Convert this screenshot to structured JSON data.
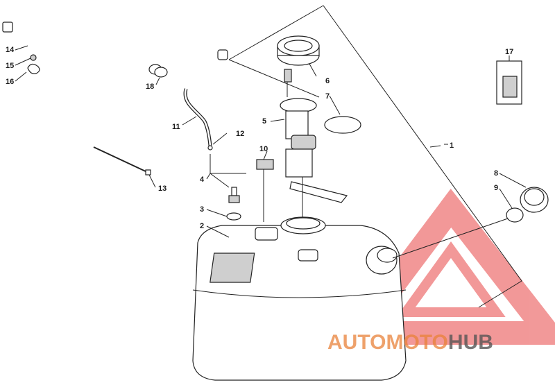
{
  "diagram": {
    "callouts": [
      {
        "id": "c1",
        "label": "1"
      },
      {
        "id": "c2",
        "label": "2"
      },
      {
        "id": "c3",
        "label": "3"
      },
      {
        "id": "c4",
        "label": "4"
      },
      {
        "id": "c5",
        "label": "5"
      },
      {
        "id": "c6",
        "label": "6"
      },
      {
        "id": "c7",
        "label": "7"
      },
      {
        "id": "c8",
        "label": "8"
      },
      {
        "id": "c9",
        "label": "9"
      },
      {
        "id": "c10",
        "label": "10"
      },
      {
        "id": "c11",
        "label": "11"
      },
      {
        "id": "c12",
        "label": "12"
      },
      {
        "id": "c13",
        "label": "13"
      },
      {
        "id": "c14",
        "label": "14"
      },
      {
        "id": "c15",
        "label": "15"
      },
      {
        "id": "c16",
        "label": "16"
      },
      {
        "id": "c17",
        "label": "17"
      },
      {
        "id": "c18",
        "label": "18"
      }
    ]
  },
  "watermark": {
    "part1": "AUTO",
    "part2": "MOTO",
    "part3": "HUB",
    "color_primary": "#e8823a",
    "color_secondary": "#555555",
    "triangle_color": "#e84545"
  }
}
